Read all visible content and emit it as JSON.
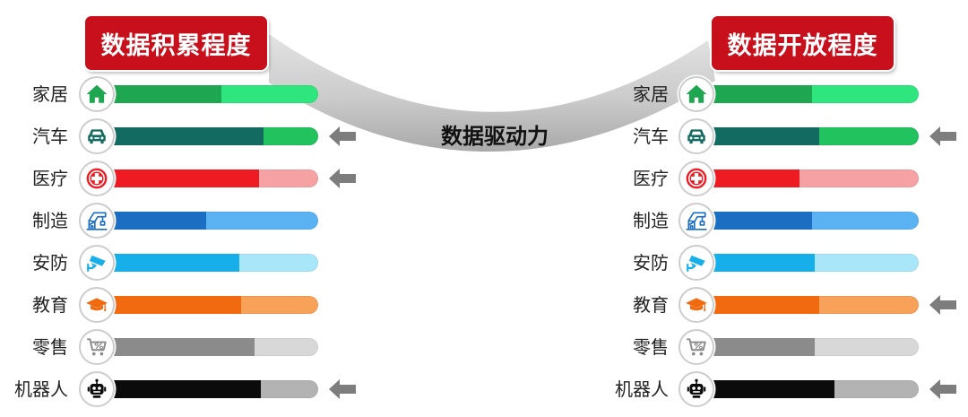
{
  "colors": {
    "title_bg": "#c8101c",
    "arrow": "#7d7d7d"
  },
  "chart_data": {
    "type": "bar",
    "orientation": "horizontal",
    "categories": [
      "家居",
      "汽车",
      "医疗",
      "制造",
      "安防",
      "教育",
      "零售",
      "机器人"
    ],
    "series": [
      {
        "name": "数据积累程度",
        "values": [
          0.56,
          0.75,
          0.73,
          0.49,
          0.64,
          0.65,
          0.71,
          0.74
        ],
        "arrows": [
          false,
          true,
          true,
          false,
          false,
          false,
          false,
          true
        ]
      },
      {
        "name": "数据开放程度",
        "values": [
          0.52,
          0.55,
          0.46,
          0.52,
          0.53,
          0.55,
          0.53,
          0.62
        ],
        "arrows": [
          false,
          true,
          false,
          false,
          false,
          true,
          false,
          true
        ]
      }
    ],
    "annotation": "数据驱动力",
    "icons": [
      "house-icon",
      "car-icon",
      "medical-cross-icon",
      "crane-icon",
      "security-camera-icon",
      "graduation-cap-icon",
      "shopping-cart-icon",
      "robot-icon"
    ],
    "colors": [
      {
        "bar": "#1fa650",
        "track": "#2ee67d"
      },
      {
        "bar": "#136a60",
        "track": "#22c25f"
      },
      {
        "bar": "#ee1b23",
        "track": "#f6a2a4"
      },
      {
        "bar": "#1b6ec2",
        "track": "#5bb2f3"
      },
      {
        "bar": "#17afe9",
        "track": "#a8e6fa"
      },
      {
        "bar": "#f26a10",
        "track": "#f8a158"
      },
      {
        "bar": "#8b8b8b",
        "track": "#d8d8d8"
      },
      {
        "bar": "#0b0b0b",
        "track": "#b3b3b3"
      }
    ],
    "xlim": [
      0,
      1
    ],
    "grid": false,
    "legend": "none"
  }
}
